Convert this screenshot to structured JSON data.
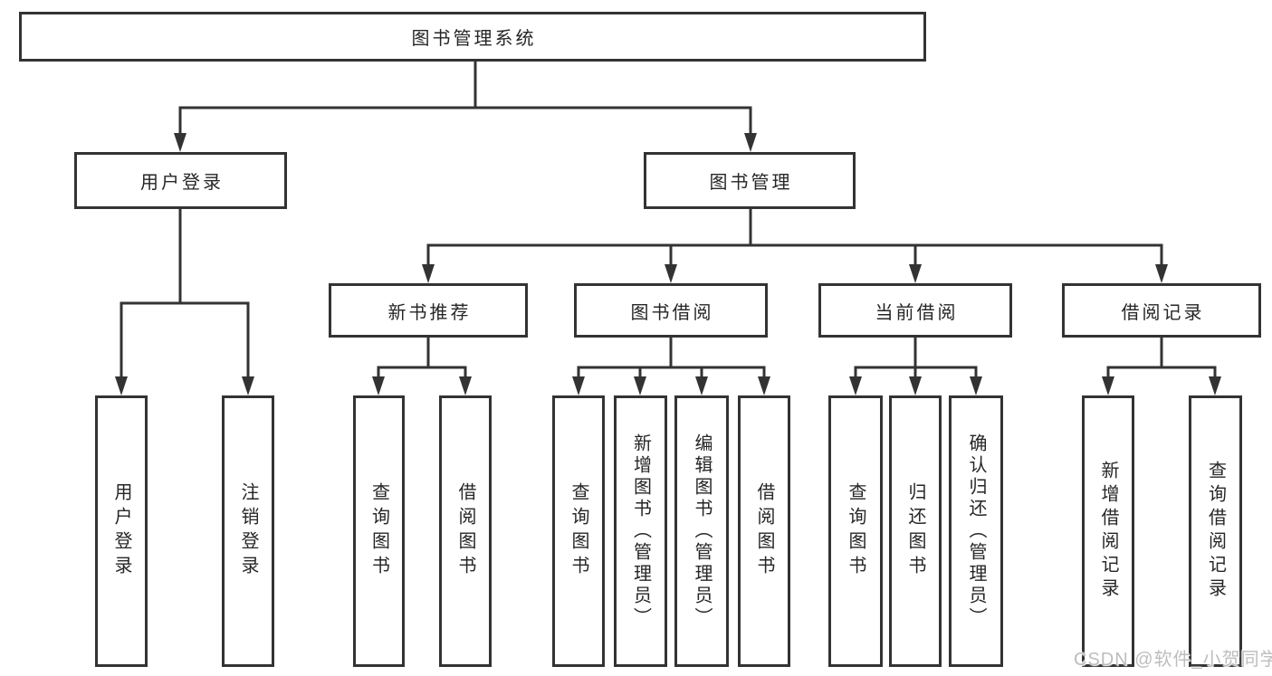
{
  "diagram": {
    "root": {
      "label": "图书管理系统"
    },
    "level2": {
      "user_login": {
        "label": "用户登录"
      },
      "book_management": {
        "label": "图书管理"
      }
    },
    "level3": {
      "new_book_recommend": {
        "label": "新书推荐"
      },
      "book_borrowing": {
        "label": "图书借阅"
      },
      "current_borrowing": {
        "label": "当前借阅"
      },
      "borrowing_records": {
        "label": "借阅记录"
      }
    },
    "leaves": {
      "user_login_children": [
        {
          "label": "用户登录"
        },
        {
          "label": "注销登录"
        }
      ],
      "new_book_recommend_children": [
        {
          "label": "查询图书"
        },
        {
          "label": "借阅图书"
        }
      ],
      "book_borrowing_children": [
        {
          "label": "查询图书"
        },
        {
          "label": "新增图书（管理员）"
        },
        {
          "label": "编辑图书（管理员）"
        },
        {
          "label": "借阅图书"
        }
      ],
      "current_borrowing_children": [
        {
          "label": "查询图书"
        },
        {
          "label": "归还图书"
        },
        {
          "label": "确认归还（管理员）"
        }
      ],
      "borrowing_records_children": [
        {
          "label": "新增借阅记录"
        },
        {
          "label": "查询借阅记录"
        }
      ]
    },
    "watermark": "CSDN @软件_小贺同学",
    "colors": {
      "line": "#333333",
      "box_border": "#333333",
      "box_background": "#ffffff",
      "text": "#262626",
      "watermark": "#bdbdbd",
      "background": "#ffffff"
    }
  }
}
